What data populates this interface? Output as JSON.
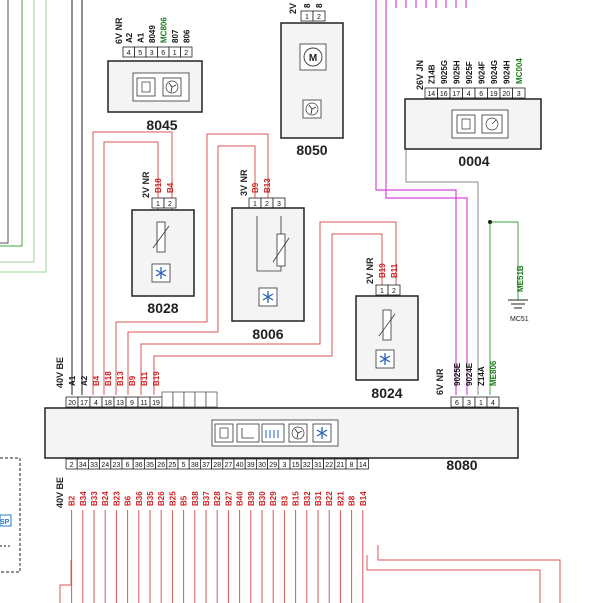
{
  "colors": {
    "wire_red": "#d8585a",
    "wire_magenta": "#d946d9",
    "wire_green": "#3aa83a",
    "wire_black": "#222222",
    "label_red": "#d01f1f",
    "label_green": "#1a7a1a",
    "box_fill": "#f4f4f4",
    "box_stroke": "#222222"
  },
  "components": {
    "c8045": {
      "id": "8045",
      "connector": "6V NR",
      "pins": [
        "4",
        "5",
        "3",
        "6",
        "1",
        "2"
      ],
      "wires": [
        {
          "t": "A2",
          "c": "black"
        },
        {
          "t": "A1",
          "c": "black"
        },
        {
          "t": "8049",
          "c": "black"
        },
        {
          "t": "MC806",
          "c": "green"
        },
        {
          "t": "807",
          "c": "black"
        },
        {
          "t": "806",
          "c": "black"
        }
      ]
    },
    "c8050": {
      "id": "8050",
      "connector": "2V",
      "pins": [
        "1",
        "2"
      ],
      "wires": [
        {
          "t": "8",
          "c": "black"
        },
        {
          "t": "8",
          "c": "black"
        }
      ]
    },
    "c0004": {
      "id": "0004",
      "connector": "26V JN",
      "pins": [
        "14",
        "16",
        "17",
        "4",
        "6",
        "19",
        "20",
        "3"
      ],
      "wires": [
        {
          "t": "Z14B",
          "c": "black"
        },
        {
          "t": "9025G",
          "c": "black"
        },
        {
          "t": "9025H",
          "c": "black"
        },
        {
          "t": "9025F",
          "c": "black"
        },
        {
          "t": "9024F",
          "c": "black"
        },
        {
          "t": "9024G",
          "c": "black"
        },
        {
          "t": "9024H",
          "c": "black"
        },
        {
          "t": "MC004",
          "c": "green"
        }
      ]
    },
    "c8028": {
      "id": "8028",
      "connector": "2V NR",
      "pins": [
        "1",
        "2"
      ],
      "wires": [
        {
          "t": "B18",
          "c": "red"
        },
        {
          "t": "B4",
          "c": "red"
        }
      ]
    },
    "c8006": {
      "id": "8006",
      "connector": "3V NR",
      "pins": [
        "1",
        "2",
        "3"
      ],
      "wires": [
        {
          "t": "B9",
          "c": "red"
        },
        {
          "t": "B13",
          "c": "red"
        }
      ]
    },
    "c8024": {
      "id": "8024",
      "connector": "2V NR",
      "pins": [
        "1",
        "2"
      ],
      "wires": [
        {
          "t": "B19",
          "c": "red"
        },
        {
          "t": "B11",
          "c": "red"
        }
      ]
    },
    "c8080": {
      "id": "8080",
      "top_left": {
        "connector": "40V BE",
        "pins": [
          "20",
          "17",
          "4",
          "18",
          "13",
          "9",
          "11",
          "19"
        ],
        "wires": [
          {
            "t": "A1",
            "c": "black"
          },
          {
            "t": "A2",
            "c": "black"
          },
          {
            "t": "B4",
            "c": "red"
          },
          {
            "t": "B18",
            "c": "red"
          },
          {
            "t": "B13",
            "c": "red"
          },
          {
            "t": "B9",
            "c": "red"
          },
          {
            "t": "B11",
            "c": "red"
          },
          {
            "t": "B19",
            "c": "red"
          }
        ]
      },
      "top_right": {
        "connector": "6V NR",
        "pins": [
          "6",
          "3",
          "1",
          "4"
        ],
        "wires": [
          {
            "t": "9025E",
            "c": "black"
          },
          {
            "t": "9024E",
            "c": "black"
          },
          {
            "t": "Z14A",
            "c": "black"
          },
          {
            "t": "ME806",
            "c": "green"
          }
        ]
      },
      "bottom": {
        "connector": "40V BE",
        "pins": [
          "2",
          "34",
          "33",
          "24",
          "23",
          "6",
          "36",
          "35",
          "26",
          "25",
          "5",
          "38",
          "37",
          "28",
          "27",
          "40",
          "39",
          "30",
          "29",
          "3",
          "15",
          "32",
          "31",
          "22",
          "21",
          "8",
          "14"
        ],
        "wires": [
          "B2",
          "B34",
          "B33",
          "B24",
          "B23",
          "B6",
          "B36",
          "B35",
          "B26",
          "B25",
          "B5",
          "B38",
          "B37",
          "B28",
          "B27",
          "B40",
          "B39",
          "B30",
          "B29",
          "B3",
          "B15",
          "B32",
          "B31",
          "B22",
          "B21",
          "B8",
          "B14"
        ]
      }
    }
  },
  "ground": {
    "wire": "ME51B",
    "label": "MC51"
  },
  "side_tag": "SP"
}
